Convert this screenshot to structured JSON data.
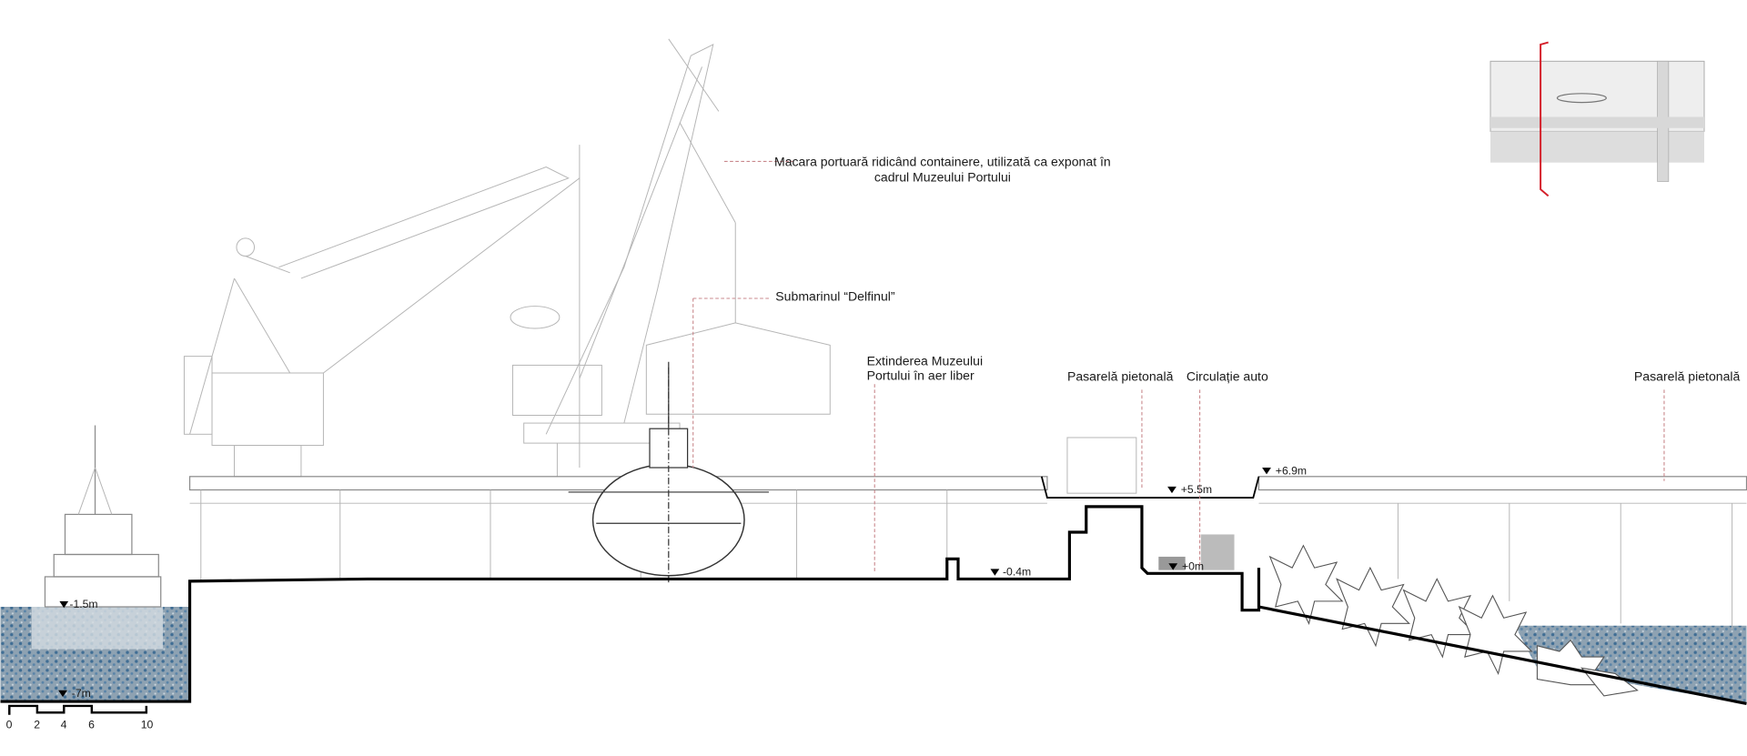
{
  "labels": {
    "crane": [
      "Macara portuară ridicând containere, utilizată ca exponat în",
      "cadrul Muzeului Portului"
    ],
    "submarine": "Submarinul “Delfinul”",
    "extension": [
      "Extinderea Muzeului",
      "Portului în aer liber"
    ],
    "walkway_left": "Pasarelă pietonală",
    "traffic": "Circulație auto",
    "walkway_right": "Pasarelă pietonală"
  },
  "levels": [
    "-1.5m",
    "-7m",
    "-0.4m",
    "+5.5m",
    "+6.9m",
    "+0m"
  ],
  "scale_bar": {
    "ticks": [
      "0",
      "2",
      "4",
      "6",
      "10"
    ]
  },
  "colors": {
    "water": "#6f8fa8",
    "leader": "#c9888c",
    "section_cut": "#d4202a"
  }
}
